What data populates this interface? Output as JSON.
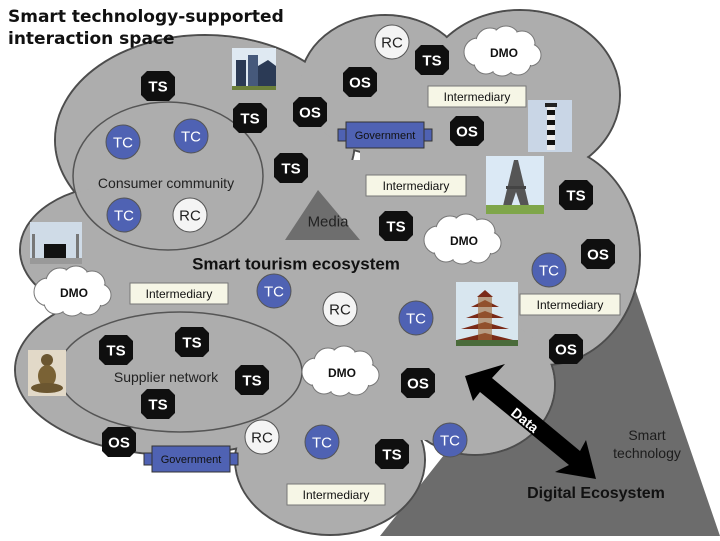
{
  "title": "Smart technology-supported\ninteraction space",
  "ecosystem_label": "Smart tourism ecosystem",
  "media_label": "Media",
  "consumer_community_label": "Consumer community",
  "supplier_network_label": "Supplier network",
  "smart_technology_label": "Smart technology",
  "digital_ecosystem_label": "Digital Ecosystem",
  "data_arrow_label": "Data",
  "actors": {
    "ts": "TS",
    "os": "OS",
    "tc": "TC",
    "rc": "RC",
    "dmo": "DMO",
    "government": "Government",
    "intermediary": "Intermediary"
  },
  "colors": {
    "cloud_fill": "#adadad",
    "cloud_stroke": "#4d4d4d",
    "tc_fill": "#4f62b3",
    "rc_fill": "#f4f4f4",
    "ts_os_fill": "#0f0f0f",
    "government_fill": "#4f62b3",
    "intermediary_fill": "#f6f6e6",
    "media_fill": "#6e6e6e",
    "digital_fill": "#6c6c6c"
  },
  "icons": [
    "grain-silo-icon",
    "lighthouse-icon",
    "eiffel-tower-icon",
    "mosque-icon",
    "pagoda-icon",
    "buddha-statue-icon"
  ]
}
